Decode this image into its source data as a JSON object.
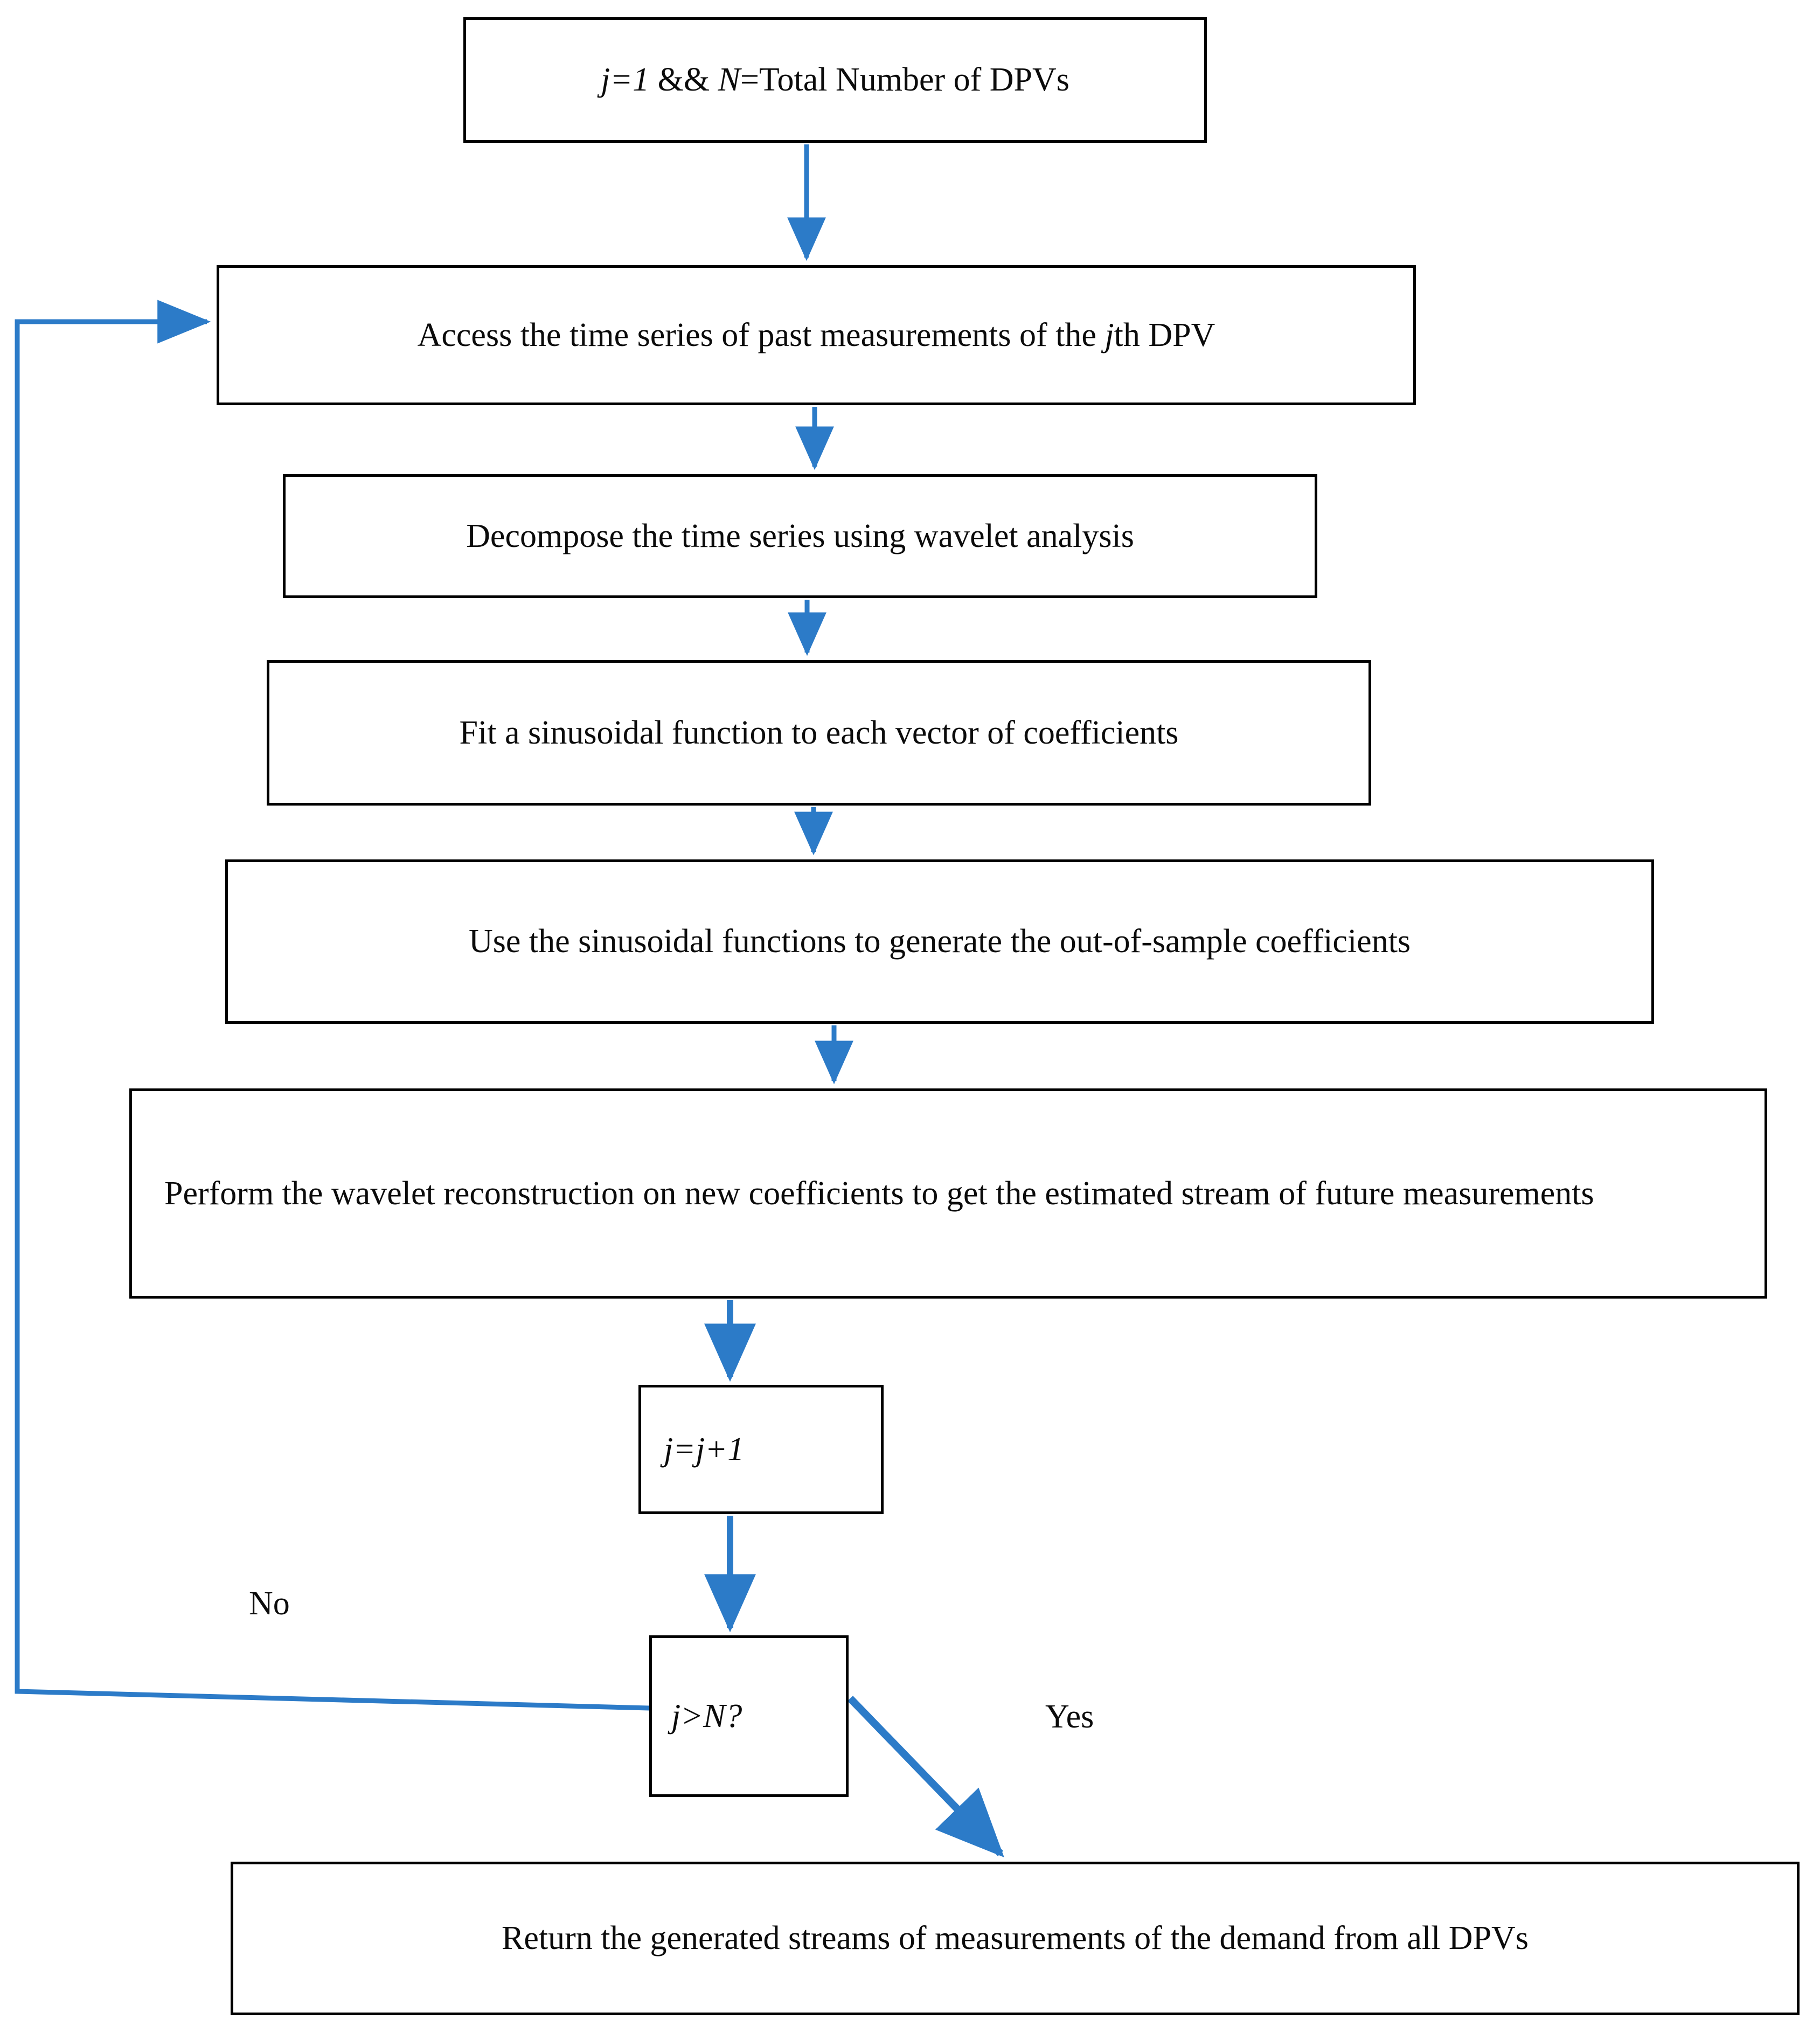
{
  "diagram": {
    "title": "DPV demand forecasting flowchart",
    "accent_color": "#2C7BC8",
    "stroke_color": "#000000",
    "background": "#FFFFFF"
  },
  "nodes": {
    "init": {
      "label": "j=1 && N=Total Number of DPVs",
      "shape": "rectangle",
      "text_parts": [
        {
          "t": "j=1",
          "italic": true
        },
        {
          "t": " && ",
          "italic": false
        },
        {
          "t": "N",
          "italic": true
        },
        {
          "t": "=Total Number of DPVs",
          "italic": false
        }
      ]
    },
    "access": {
      "label": "Access the time series of past measurements of the jth DPV",
      "shape": "rectangle",
      "text_parts": [
        {
          "t": "Access the time series of past measurements of the ",
          "italic": false
        },
        {
          "t": "j",
          "italic": true
        },
        {
          "t": "th DPV",
          "italic": false
        }
      ]
    },
    "decompose": {
      "label": "Decompose the time series using wavelet analysis",
      "shape": "rectangle",
      "text_parts": [
        {
          "t": "Decompose the time series using wavelet analysis",
          "italic": false
        }
      ]
    },
    "fit": {
      "label": "Fit a sinusoidal function to each vector of coefficients",
      "shape": "rectangle",
      "text_parts": [
        {
          "t": "Fit a sinusoidal function to each vector of coefficients",
          "italic": false
        }
      ]
    },
    "generate": {
      "label": "Use the sinusoidal functions to generate the out-of-sample coefficients",
      "shape": "rectangle",
      "text_parts": [
        {
          "t": "Use the sinusoidal functions to generate the out-of-sample coefficients",
          "italic": false
        }
      ]
    },
    "reconstruct": {
      "label": "Perform the wavelet reconstruction on new coefficients to get the estimated stream of future measurements",
      "shape": "rectangle",
      "text_parts": [
        {
          "t": "Perform the wavelet reconstruction on new coefficients to get the estimated stream of future measurements",
          "italic": false
        }
      ]
    },
    "increment": {
      "label": "j=j+1",
      "shape": "rectangle",
      "text_parts": [
        {
          "t": "j=j+1",
          "italic": true
        }
      ]
    },
    "decision": {
      "label": "j>N?",
      "shape": "rectangle",
      "text_parts": [
        {
          "t": "j>N?",
          "italic": true
        }
      ]
    },
    "return": {
      "label": "Return the generated streams of measurements of the demand from all DPVs",
      "shape": "rectangle",
      "text_parts": [
        {
          "t": "Return the generated streams of measurements of the demand from all DPVs",
          "italic": false
        }
      ]
    }
  },
  "edges": [
    {
      "id": "init-to-access",
      "from": "init",
      "to": "access",
      "label": ""
    },
    {
      "id": "access-to-decompose",
      "from": "access",
      "to": "decompose",
      "label": ""
    },
    {
      "id": "decompose-to-fit",
      "from": "decompose",
      "to": "fit",
      "label": ""
    },
    {
      "id": "fit-to-generate",
      "from": "fit",
      "to": "generate",
      "label": ""
    },
    {
      "id": "generate-to-reconstruct",
      "from": "generate",
      "to": "reconstruct",
      "label": ""
    },
    {
      "id": "reconstruct-to-increment",
      "from": "reconstruct",
      "to": "increment",
      "label": ""
    },
    {
      "id": "increment-to-decision",
      "from": "increment",
      "to": "decision",
      "label": ""
    },
    {
      "id": "decision-no-loop",
      "from": "decision",
      "to": "access",
      "label": "No"
    },
    {
      "id": "decision-yes-to-return",
      "from": "decision",
      "to": "return",
      "label": "Yes"
    }
  ],
  "labels": {
    "no": "No",
    "yes": "Yes"
  }
}
